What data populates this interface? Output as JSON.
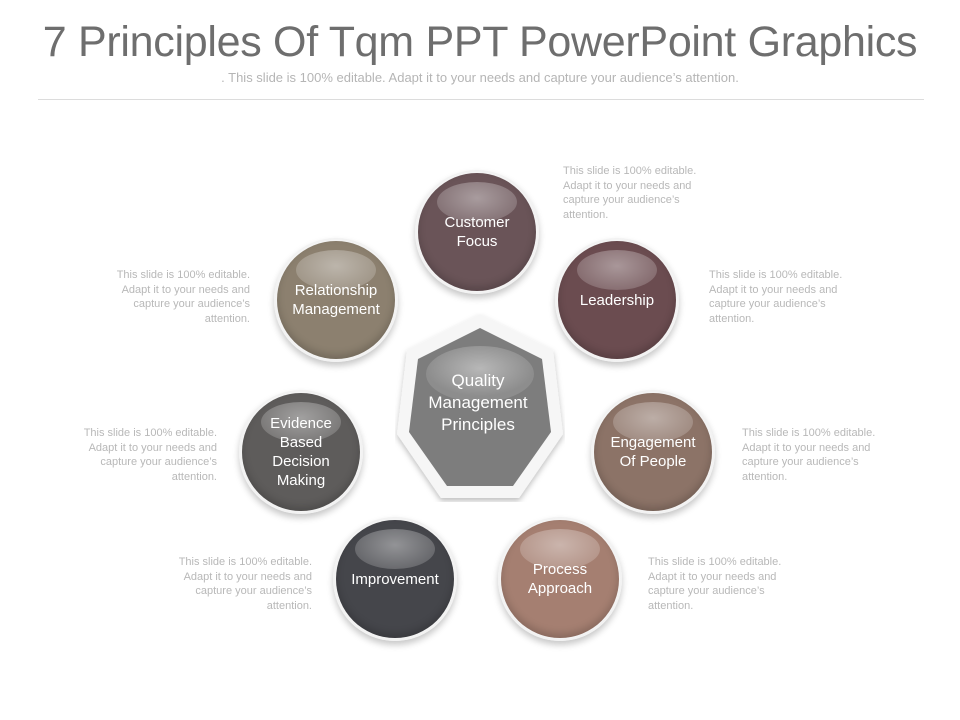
{
  "slide": {
    "title": "7 Principles Of Tqm PPT PowerPoint Graphics",
    "subtitle": ". This slide is 100% editable. Adapt it to your needs and capture your audience’s attention."
  },
  "center": {
    "label": "Quality\nManagement\nPrinciples",
    "color": "#7d7d7d"
  },
  "principles": [
    {
      "label": "Customer\nFocus",
      "color": "#6a5458",
      "desc": "This slide is 100% editable.\n Adapt it to your needs and\ncapture your audience’s\nattention."
    },
    {
      "label": "Leadership",
      "color": "#6b4c50",
      "desc": "This slide is 100% editable.\n Adapt it to your needs and\ncapture your audience’s\nattention."
    },
    {
      "label": "Engagement\nOf People",
      "color": "#8c7367",
      "desc": "This slide is 100% editable.\n Adapt it to your needs and\ncapture your audience’s\nattention."
    },
    {
      "label": "Process\nApproach",
      "color": "#a57f71",
      "desc": "This slide is 100% editable.\n Adapt it to your needs and\ncapture your audience’s\nattention."
    },
    {
      "label": "Improvement",
      "color": "#45464b",
      "desc": "This slide is 100% editable.\n Adapt it to your needs and\ncapture your audience’s\nattention."
    },
    {
      "label": "Evidence\nBased\nDecision\nMaking",
      "color": "#5e5c5b",
      "desc": "This slide is 100% editable.\n Adapt it to your needs and\ncapture your audience’s\nattention."
    },
    {
      "label": "Relationship\nManagement",
      "color": "#8c806f",
      "desc": "This slide is 100% editable.\n Adapt it to your needs and\ncapture your audience’s\nattention."
    }
  ]
}
